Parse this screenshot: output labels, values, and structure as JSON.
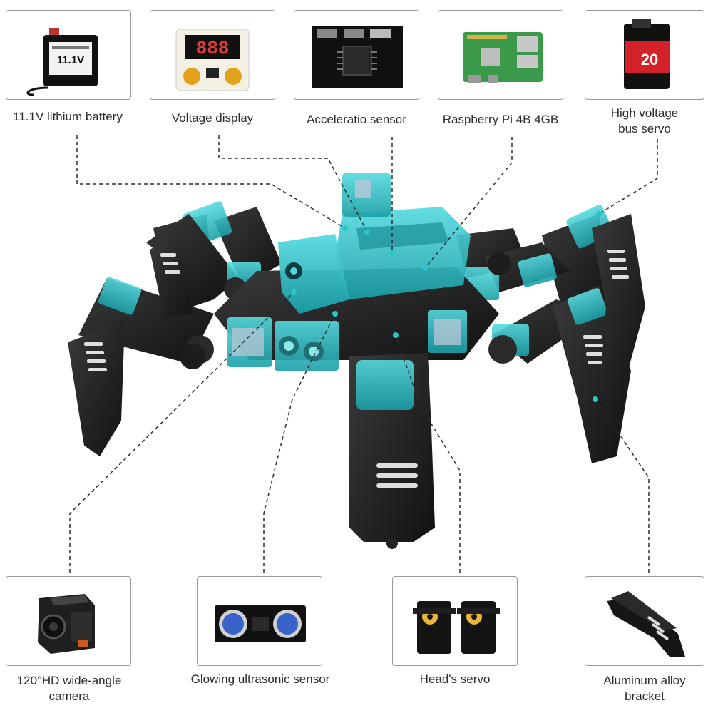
{
  "components": {
    "battery": {
      "label": "11.1V lithium battery",
      "icon": "battery-icon",
      "text": "11.1V"
    },
    "voltage_display": {
      "label": "Voltage display",
      "icon": "voltage-display-icon",
      "digits": "888"
    },
    "accel_sensor": {
      "label": "Acceleratio sensor",
      "icon": "accelerometer-chip-icon"
    },
    "raspberry_pi": {
      "label": "Raspberry Pi 4B 4GB",
      "icon": "raspberry-pi-board-icon"
    },
    "hv_servo": {
      "label_line1": "High voltage",
      "label_line2": "bus servo",
      "icon": "bus-servo-icon",
      "text": "20"
    },
    "camera": {
      "label_line1": "120°HD wide-angle",
      "label_line2": "camera",
      "icon": "camera-icon"
    },
    "ultrasonic": {
      "label": "Glowing ultrasonic sensor",
      "icon": "ultrasonic-sensor-icon"
    },
    "head_servo": {
      "label": "Head's servo",
      "icon": "servo-pair-icon"
    },
    "bracket": {
      "label_line1": "Aluminum alloy",
      "label_line2": "bracket",
      "icon": "bracket-icon"
    }
  },
  "colors": {
    "accent": "#2ec4cc",
    "accent_dark": "#1a9aa3",
    "metal": "#1c1c1c",
    "border": "#9a9a9a",
    "callout_line": "#2b2b2b"
  }
}
